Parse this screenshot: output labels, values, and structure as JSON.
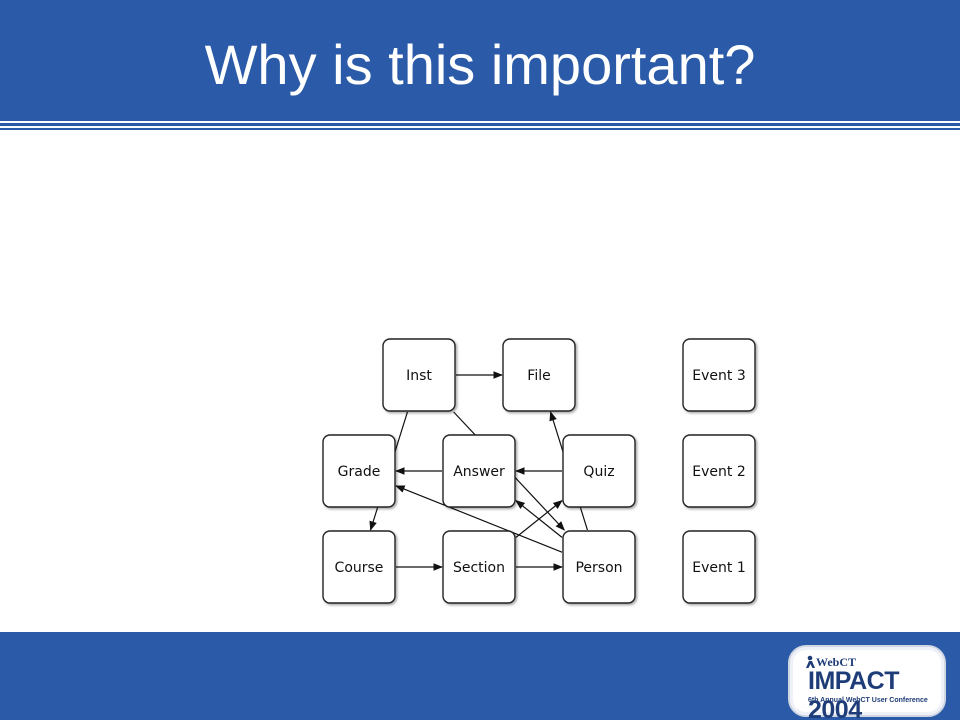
{
  "slide": {
    "title": "Why is this important?"
  },
  "diagram": {
    "nodes": [
      {
        "id": "inst",
        "label": "Inst"
      },
      {
        "id": "file",
        "label": "File"
      },
      {
        "id": "event3",
        "label": "Event 3"
      },
      {
        "id": "grade",
        "label": "Grade"
      },
      {
        "id": "answer",
        "label": "Answer"
      },
      {
        "id": "quiz",
        "label": "Quiz"
      },
      {
        "id": "event2",
        "label": "Event 2"
      },
      {
        "id": "course",
        "label": "Course"
      },
      {
        "id": "section",
        "label": "Section"
      },
      {
        "id": "person",
        "label": "Person"
      },
      {
        "id": "event1",
        "label": "Event 1"
      }
    ],
    "edges": [
      {
        "from": "inst",
        "to": "file"
      },
      {
        "from": "inst",
        "to": "course"
      },
      {
        "from": "inst",
        "to": "person"
      },
      {
        "from": "answer",
        "to": "grade"
      },
      {
        "from": "quiz",
        "to": "answer"
      },
      {
        "from": "course",
        "to": "section"
      },
      {
        "from": "section",
        "to": "person"
      },
      {
        "from": "person",
        "to": "file"
      },
      {
        "from": "person",
        "to": "grade"
      },
      {
        "from": "person",
        "to": "answer"
      },
      {
        "from": "section",
        "to": "quiz"
      }
    ]
  },
  "logo": {
    "brand": "WebCT",
    "event": "IMPACT 2004",
    "subtitle": "6th Annual WebCT User Conference"
  }
}
